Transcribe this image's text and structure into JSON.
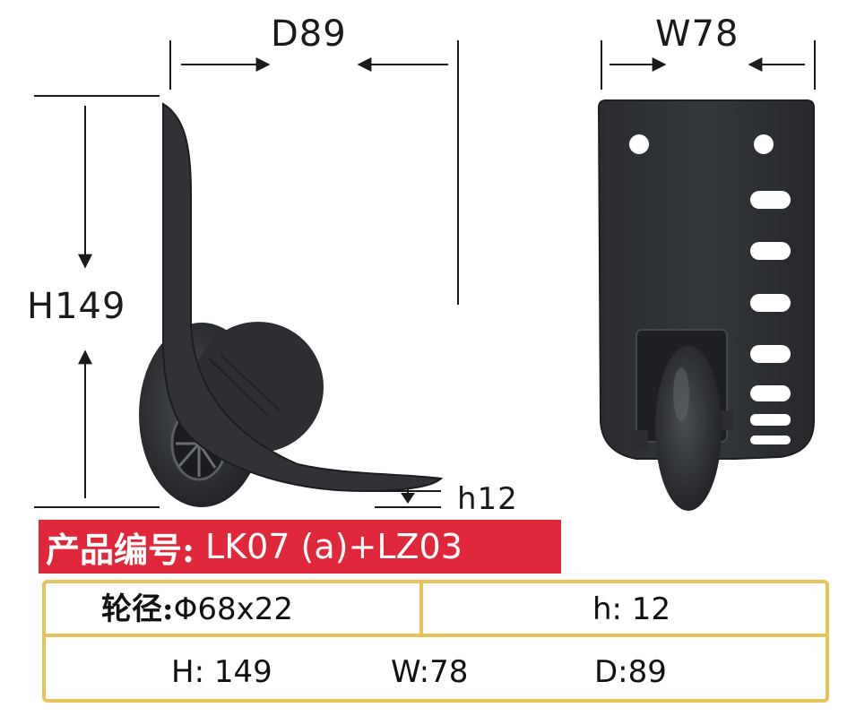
{
  "dimensions": {
    "depth_label": "D89",
    "width_label": "W78",
    "height_label": "H149",
    "small_h_label": "h12"
  },
  "product": {
    "code_label": "产品编号:",
    "code_value": "LK07 (a)+LZ03"
  },
  "specs": {
    "wheel_label": "轮径:",
    "wheel_value": "Φ68x22",
    "h_small": "h: 12",
    "H": "H: 149",
    "W": "W:78",
    "D": "D:89"
  },
  "colors": {
    "banner": "#e0283a",
    "table_border": "#e8c25a",
    "product_body": "#2e3033"
  }
}
